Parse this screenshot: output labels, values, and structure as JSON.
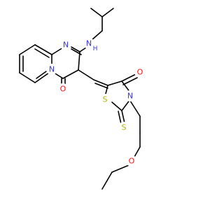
{
  "molecule": {
    "atom_labels": {
      "n_ring_top": "N",
      "n_ring_bridge": "N",
      "nh": "N",
      "nh_h": "H",
      "n_thz": "N",
      "o_carbonyl_1": "O",
      "o_carbonyl_2": "O",
      "s_thio": "S",
      "s_ring": "S",
      "o_ether": "O"
    },
    "colors": {
      "nitrogen": "#3333ff",
      "oxygen": "#ff0d0d",
      "sulfur": "#b2b200",
      "bond": "#000000"
    }
  }
}
